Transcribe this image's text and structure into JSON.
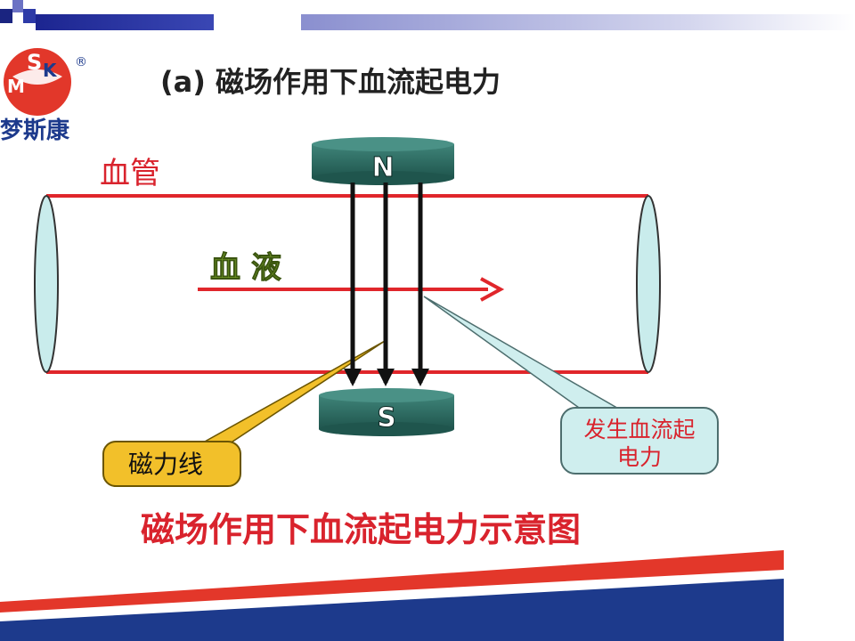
{
  "header": {
    "title": "(a)  磁场作用下血流起电力"
  },
  "logo": {
    "letters": [
      "S",
      "K",
      "M"
    ],
    "registered": "®",
    "brand": "梦斯康"
  },
  "diagram": {
    "vessel_label": "血管",
    "blood_label": "血  液",
    "magnet_north": "N",
    "magnet_south": "S",
    "callout_field_lines": "磁力线",
    "callout_emf_line1": "发生血流起",
    "callout_emf_line2": "电力"
  },
  "caption": "磁场作用下血流起电力示意图",
  "colors": {
    "vessel_red": "#e0262b",
    "vessel_end_fill": "#c9ecec",
    "magnet_fill": "#2f6f66",
    "arrow_black": "#111111",
    "blood_green": "#7da72a",
    "callout_yellow": "#f2c02a",
    "callout_cyan": "#cfeeee",
    "title_red": "#d9232d",
    "header_navy": "#15207a",
    "footer_blue": "#1d3a8c",
    "footer_red": "#e3372a"
  }
}
